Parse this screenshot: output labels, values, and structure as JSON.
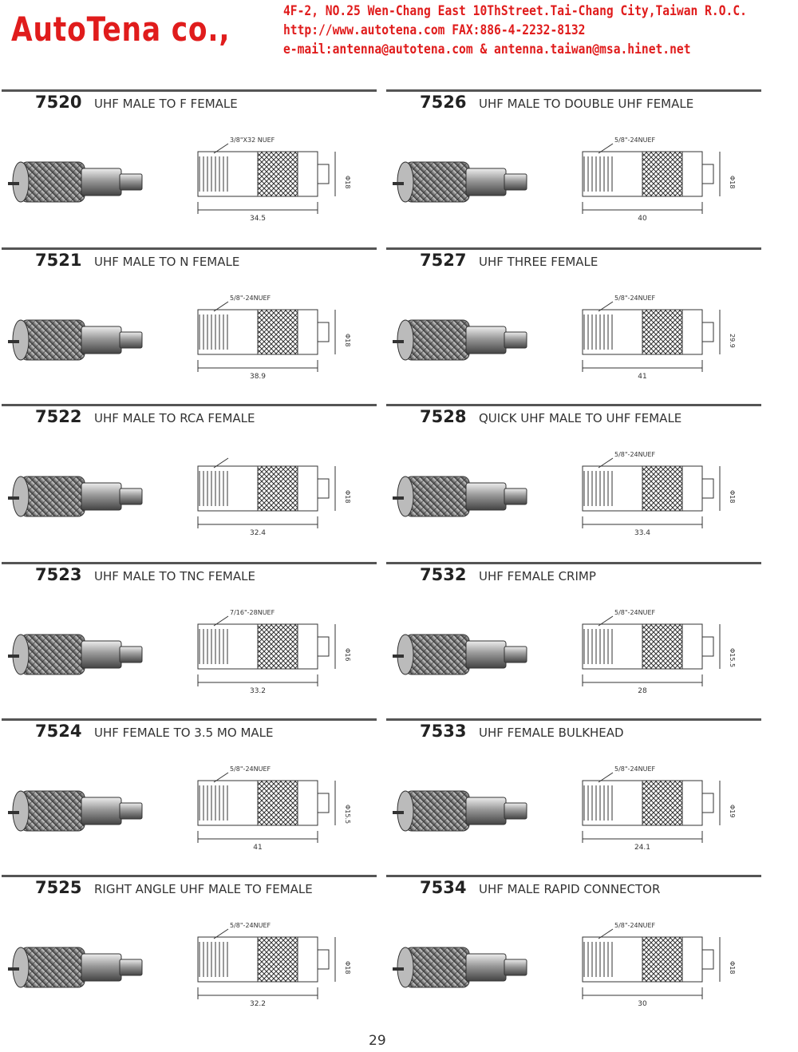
{
  "header": {
    "brand": "AutoTena co.,",
    "address": "4F-2, NO.25 Wen-Chang East 10ThStreet.Tai-Chang City,Taiwan R.O.C.",
    "web_fax": "http://www.autotena.com    FAX:886-4-2232-8132",
    "email": "e-mail:antenna@autotena.com  &  antenna.taiwan@msa.hinet.net"
  },
  "left_items": [
    {
      "code": "7520",
      "title": "UHF MALE TO F FEMALE",
      "thread": "3/8\"X32 NUEF",
      "length": "34.5",
      "dia": "Φ18"
    },
    {
      "code": "7521",
      "title": "UHF MALE TO N FEMALE",
      "thread": "5/8\"-24NUEF",
      "length": "38.9",
      "dia": "Φ18"
    },
    {
      "code": "7522",
      "title": "UHF MALE TO RCA FEMALE",
      "thread": "",
      "length": "32.4",
      "dia": "Φ18"
    },
    {
      "code": "7523",
      "title": "UHF MALE TO TNC FEMALE",
      "thread": "7/16\"-28NUEF",
      "length": "33.2",
      "dia": "Φ16"
    },
    {
      "code": "7524",
      "title": "UHF FEMALE TO 3.5 MO MALE",
      "thread": "5/8\"-24NUEF",
      "length": "41",
      "dia": "Φ15.5"
    },
    {
      "code": "7525",
      "title": "RIGHT ANGLE UHF MALE TO FEMALE",
      "thread": "5/8\"-24NUEF",
      "length": "32.2",
      "dia": "Φ18"
    }
  ],
  "right_items": [
    {
      "code": "7526",
      "title": "UHF MALE TO DOUBLE UHF FEMALE",
      "thread": "5/8\"-24NUEF",
      "length": "40",
      "dia": "Φ18"
    },
    {
      "code": "7527",
      "title": "UHF THREE FEMALE",
      "thread": "5/8\"-24NUEF",
      "length": "41",
      "dia": "29.9"
    },
    {
      "code": "7528",
      "title": "QUICK UHF MALE TO UHF FEMALE",
      "thread": "5/8\"-24NUEF",
      "length": "33.4",
      "dia": "Φ18"
    },
    {
      "code": "7532",
      "title": "UHF FEMALE CRIMP",
      "thread": "5/8\"-24NUEF",
      "length": "28",
      "dia": "Φ15.5"
    },
    {
      "code": "7533",
      "title": "UHF FEMALE BULKHEAD",
      "thread": "5/8\"-24NUEF",
      "length": "24.1",
      "dia": "Φ19"
    },
    {
      "code": "7534",
      "title": "UHF MALE RAPID CONNECTOR",
      "thread": "5/8\"-24NUEF",
      "length": "30",
      "dia": "Φ18"
    }
  ],
  "page_number": "29"
}
